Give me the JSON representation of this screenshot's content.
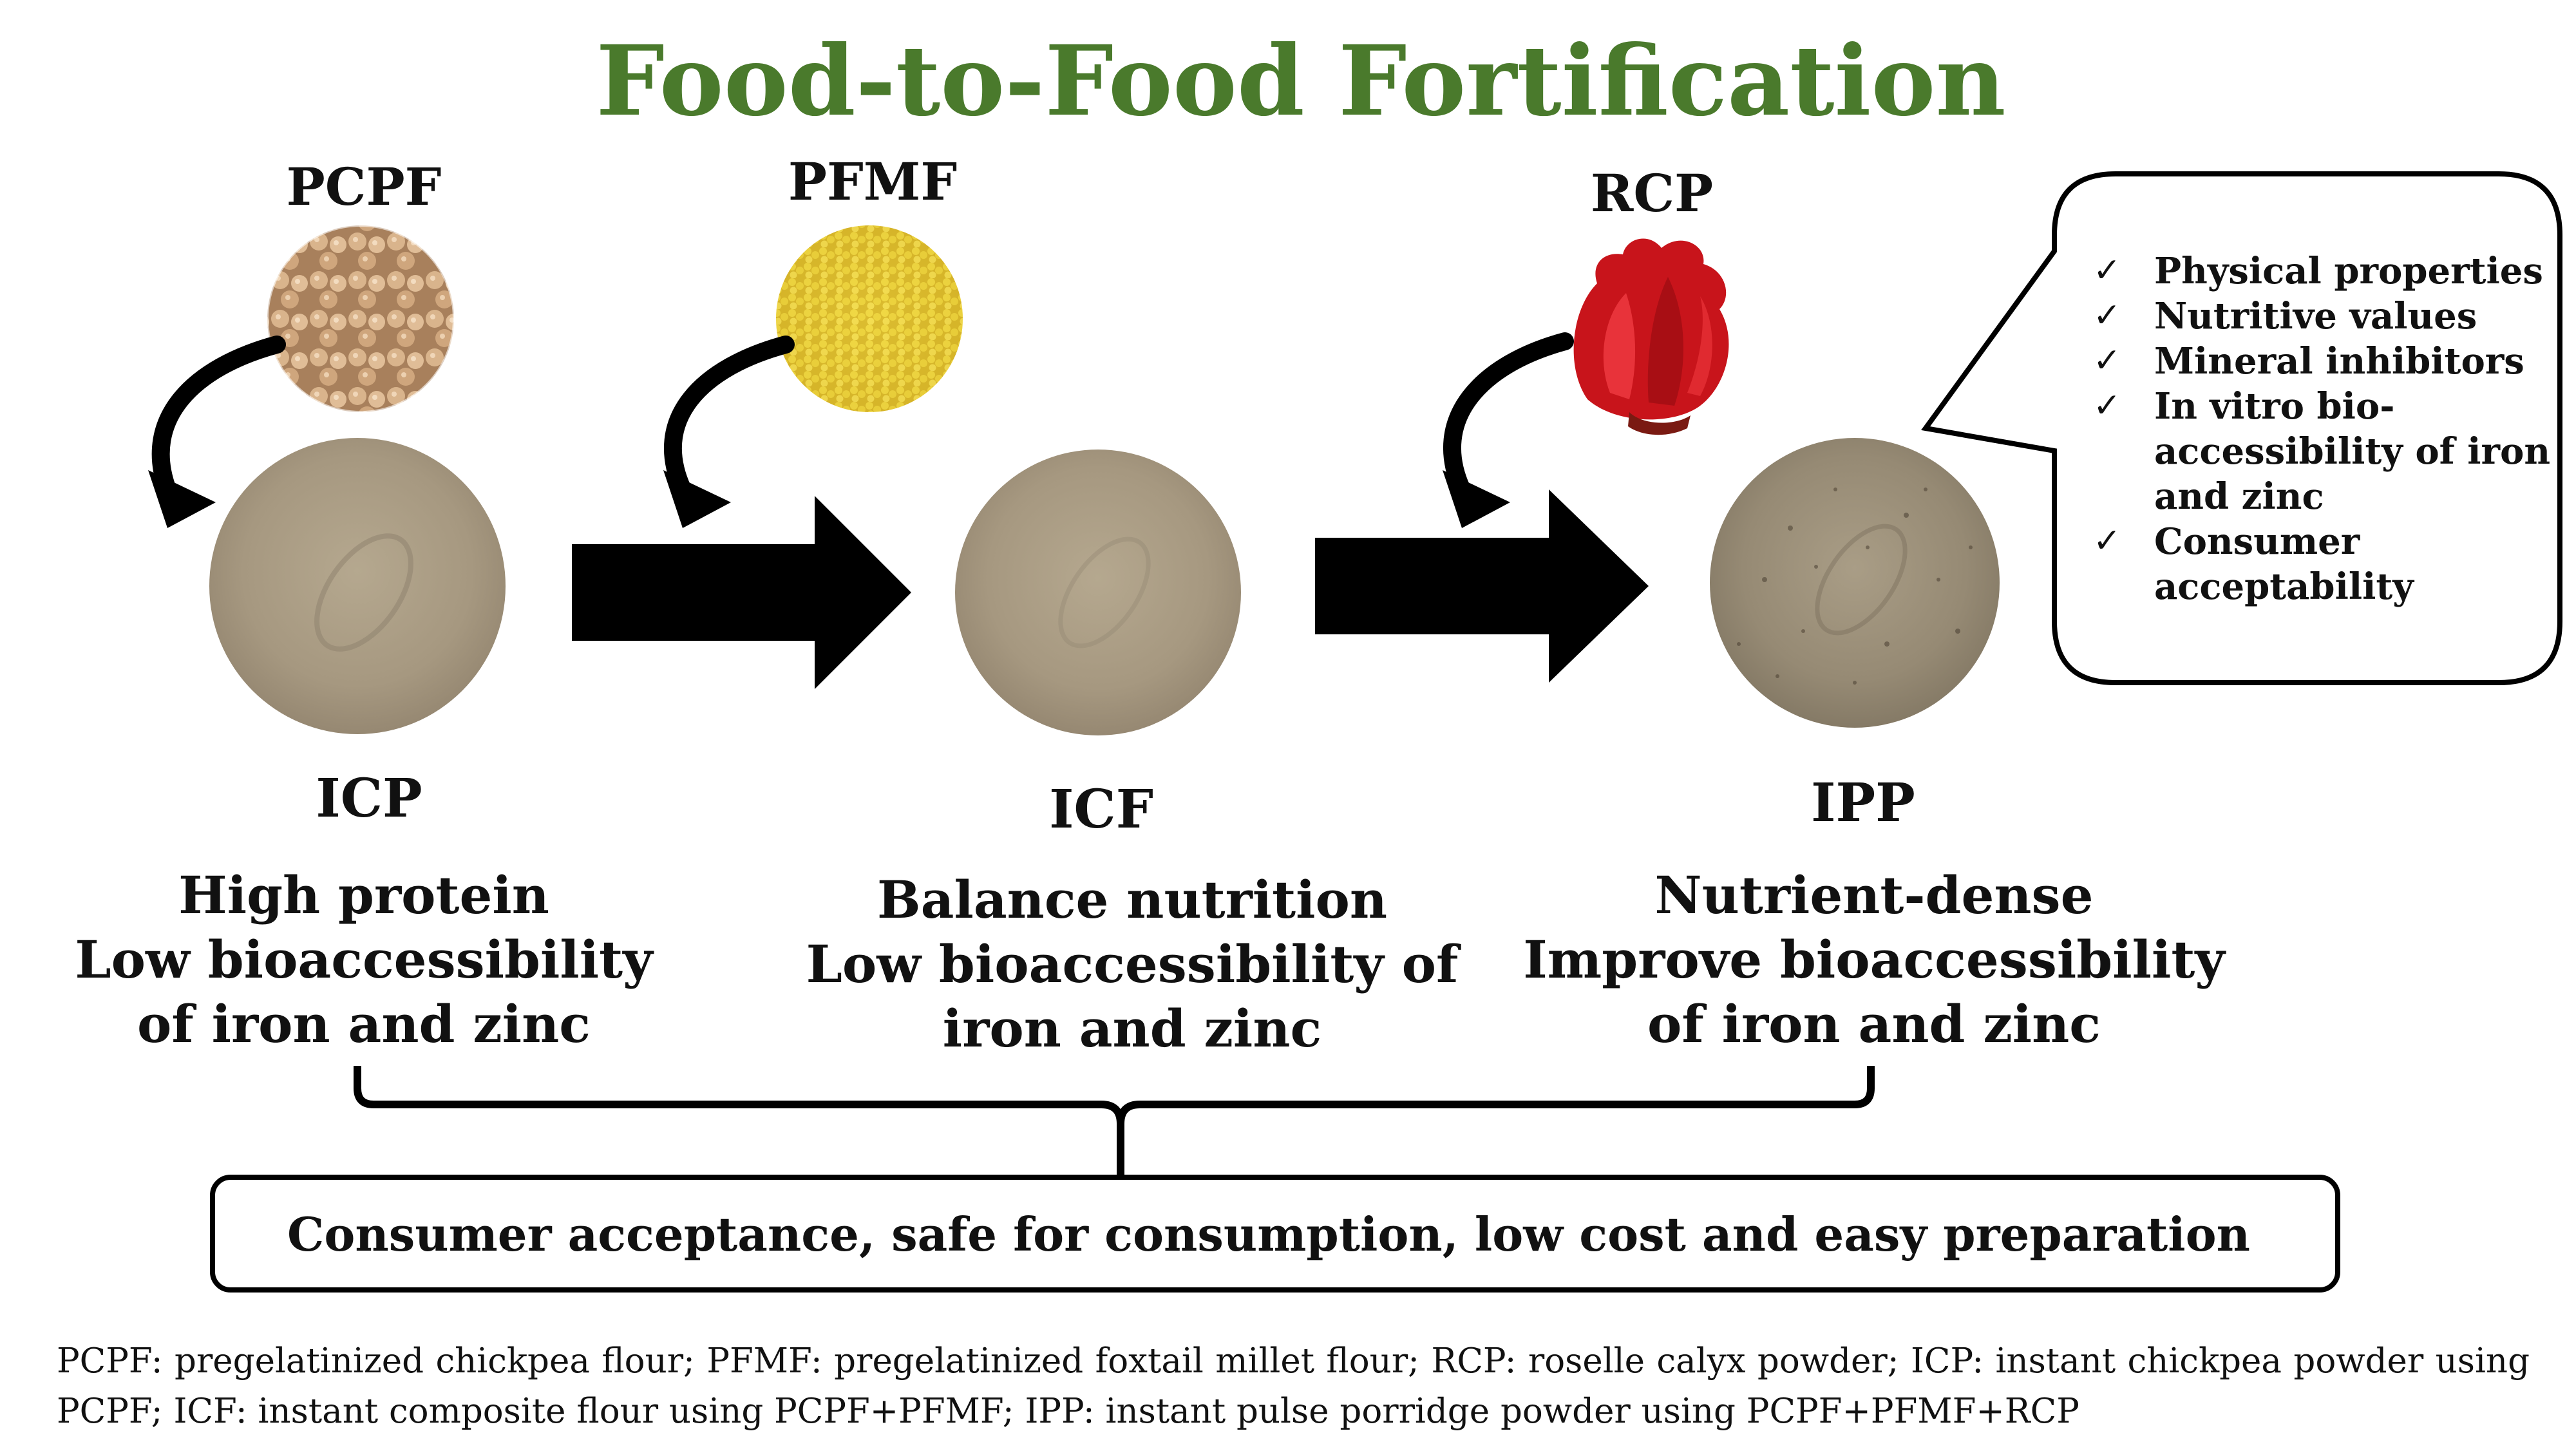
{
  "title": "Food-to-Food Fortification",
  "ingredients": [
    {
      "label": "PCPF",
      "color": "#c9a27b"
    },
    {
      "label": "PFMF",
      "color": "#e8cf3a"
    },
    {
      "label": "RCP",
      "color": "#d11a1f"
    }
  ],
  "products": [
    {
      "label": "ICP",
      "lines": [
        "High protein",
        "Low bioaccessibility",
        "of iron and zinc"
      ]
    },
    {
      "label": "ICF",
      "lines": [
        "Balance nutrition",
        "Low bioaccessibility of",
        "iron and zinc"
      ]
    },
    {
      "label": "IPP",
      "lines": [
        "Nutrient-dense",
        "Improve bioaccessibility",
        "of iron and zinc"
      ]
    }
  ],
  "bubble": {
    "items": [
      [
        "Physical properties"
      ],
      [
        "Nutritive values"
      ],
      [
        "Mineral inhibitors"
      ],
      [
        "In vitro bio-",
        "accessibility of iron",
        "and zinc"
      ],
      [
        "Consumer",
        "acceptability"
      ]
    ]
  },
  "summary": "Consumer acceptance, safe for consumption, low cost and easy preparation",
  "footnote": "PCPF: pregelatinized chickpea flour; PFMF: pregelatinized foxtail millet flour; RCP:  roselle calyx powder; ICP: instant chickpea powder using PCPF; ICF: instant composite flour using PCPF+PFMF; IPP: instant pulse porridge powder using PCPF+PFMF+RCP",
  "colors": {
    "title": "#4a7a2c",
    "powder": "#a89a82",
    "arrow": "#000000"
  }
}
